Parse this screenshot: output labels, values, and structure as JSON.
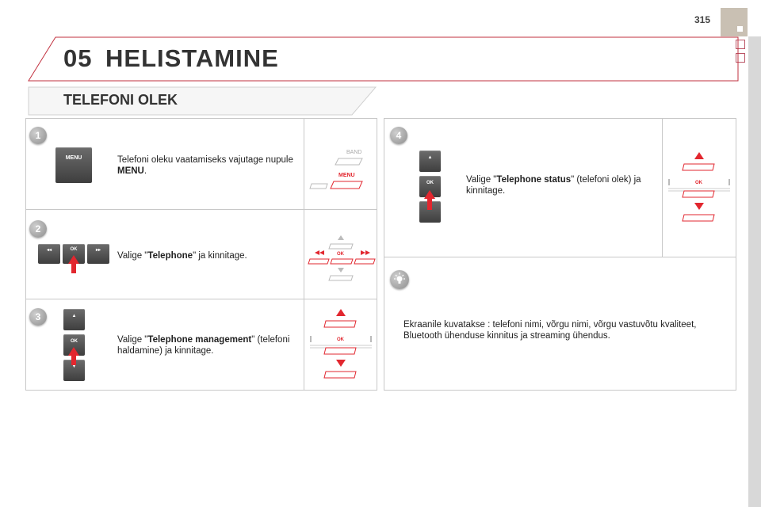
{
  "page": {
    "number": "315"
  },
  "chapter": {
    "number": "05",
    "title": "HELISTAMINE"
  },
  "section": {
    "title": "TELEFONI OLEK"
  },
  "steps": [
    {
      "badge": "1",
      "button_label": "MENU",
      "text_before": "Telefoni oleku vaatamiseks vajutage nupule ",
      "text_bold": "MENU",
      "text_after": ".",
      "diagram": {
        "top_label": "BAND",
        "highlight_label": "MENU"
      }
    },
    {
      "badge": "2",
      "button_labels": [
        "◂◂",
        "OK",
        "▸▸"
      ],
      "text_before": "Valige \"",
      "text_bold": "Telephone",
      "text_after": "\" ja kinnitage.",
      "diagram": {
        "ok_label": "OK"
      }
    },
    {
      "badge": "3",
      "button_labels": [
        "▲",
        "OK",
        "▼"
      ],
      "text_before": "Valige \"",
      "text_bold": "Telephone management",
      "text_after": "\" (telefoni haldamine) ja kinnitage.",
      "diagram": {
        "ok_label": "OK"
      }
    },
    {
      "badge": "4",
      "button_labels": [
        "▲",
        "OK",
        "▼"
      ],
      "text_before": "Valige \"",
      "text_bold": "Telephone status",
      "text_after": "\" (telefoni olek) ja kinnitage.",
      "diagram": {
        "ok_label": "OK"
      }
    }
  ],
  "note": {
    "icon": "lightbulb-icon",
    "text": "Ekraanile kuvatakse : telefoni nimi, võrgu nimi, võrgu vastuvõtu kvaliteet, Bluetooth ühenduse kinnitus ja streaming ühendus."
  },
  "colors": {
    "accent": "#e2272f",
    "tab": "#c9c0b3"
  }
}
